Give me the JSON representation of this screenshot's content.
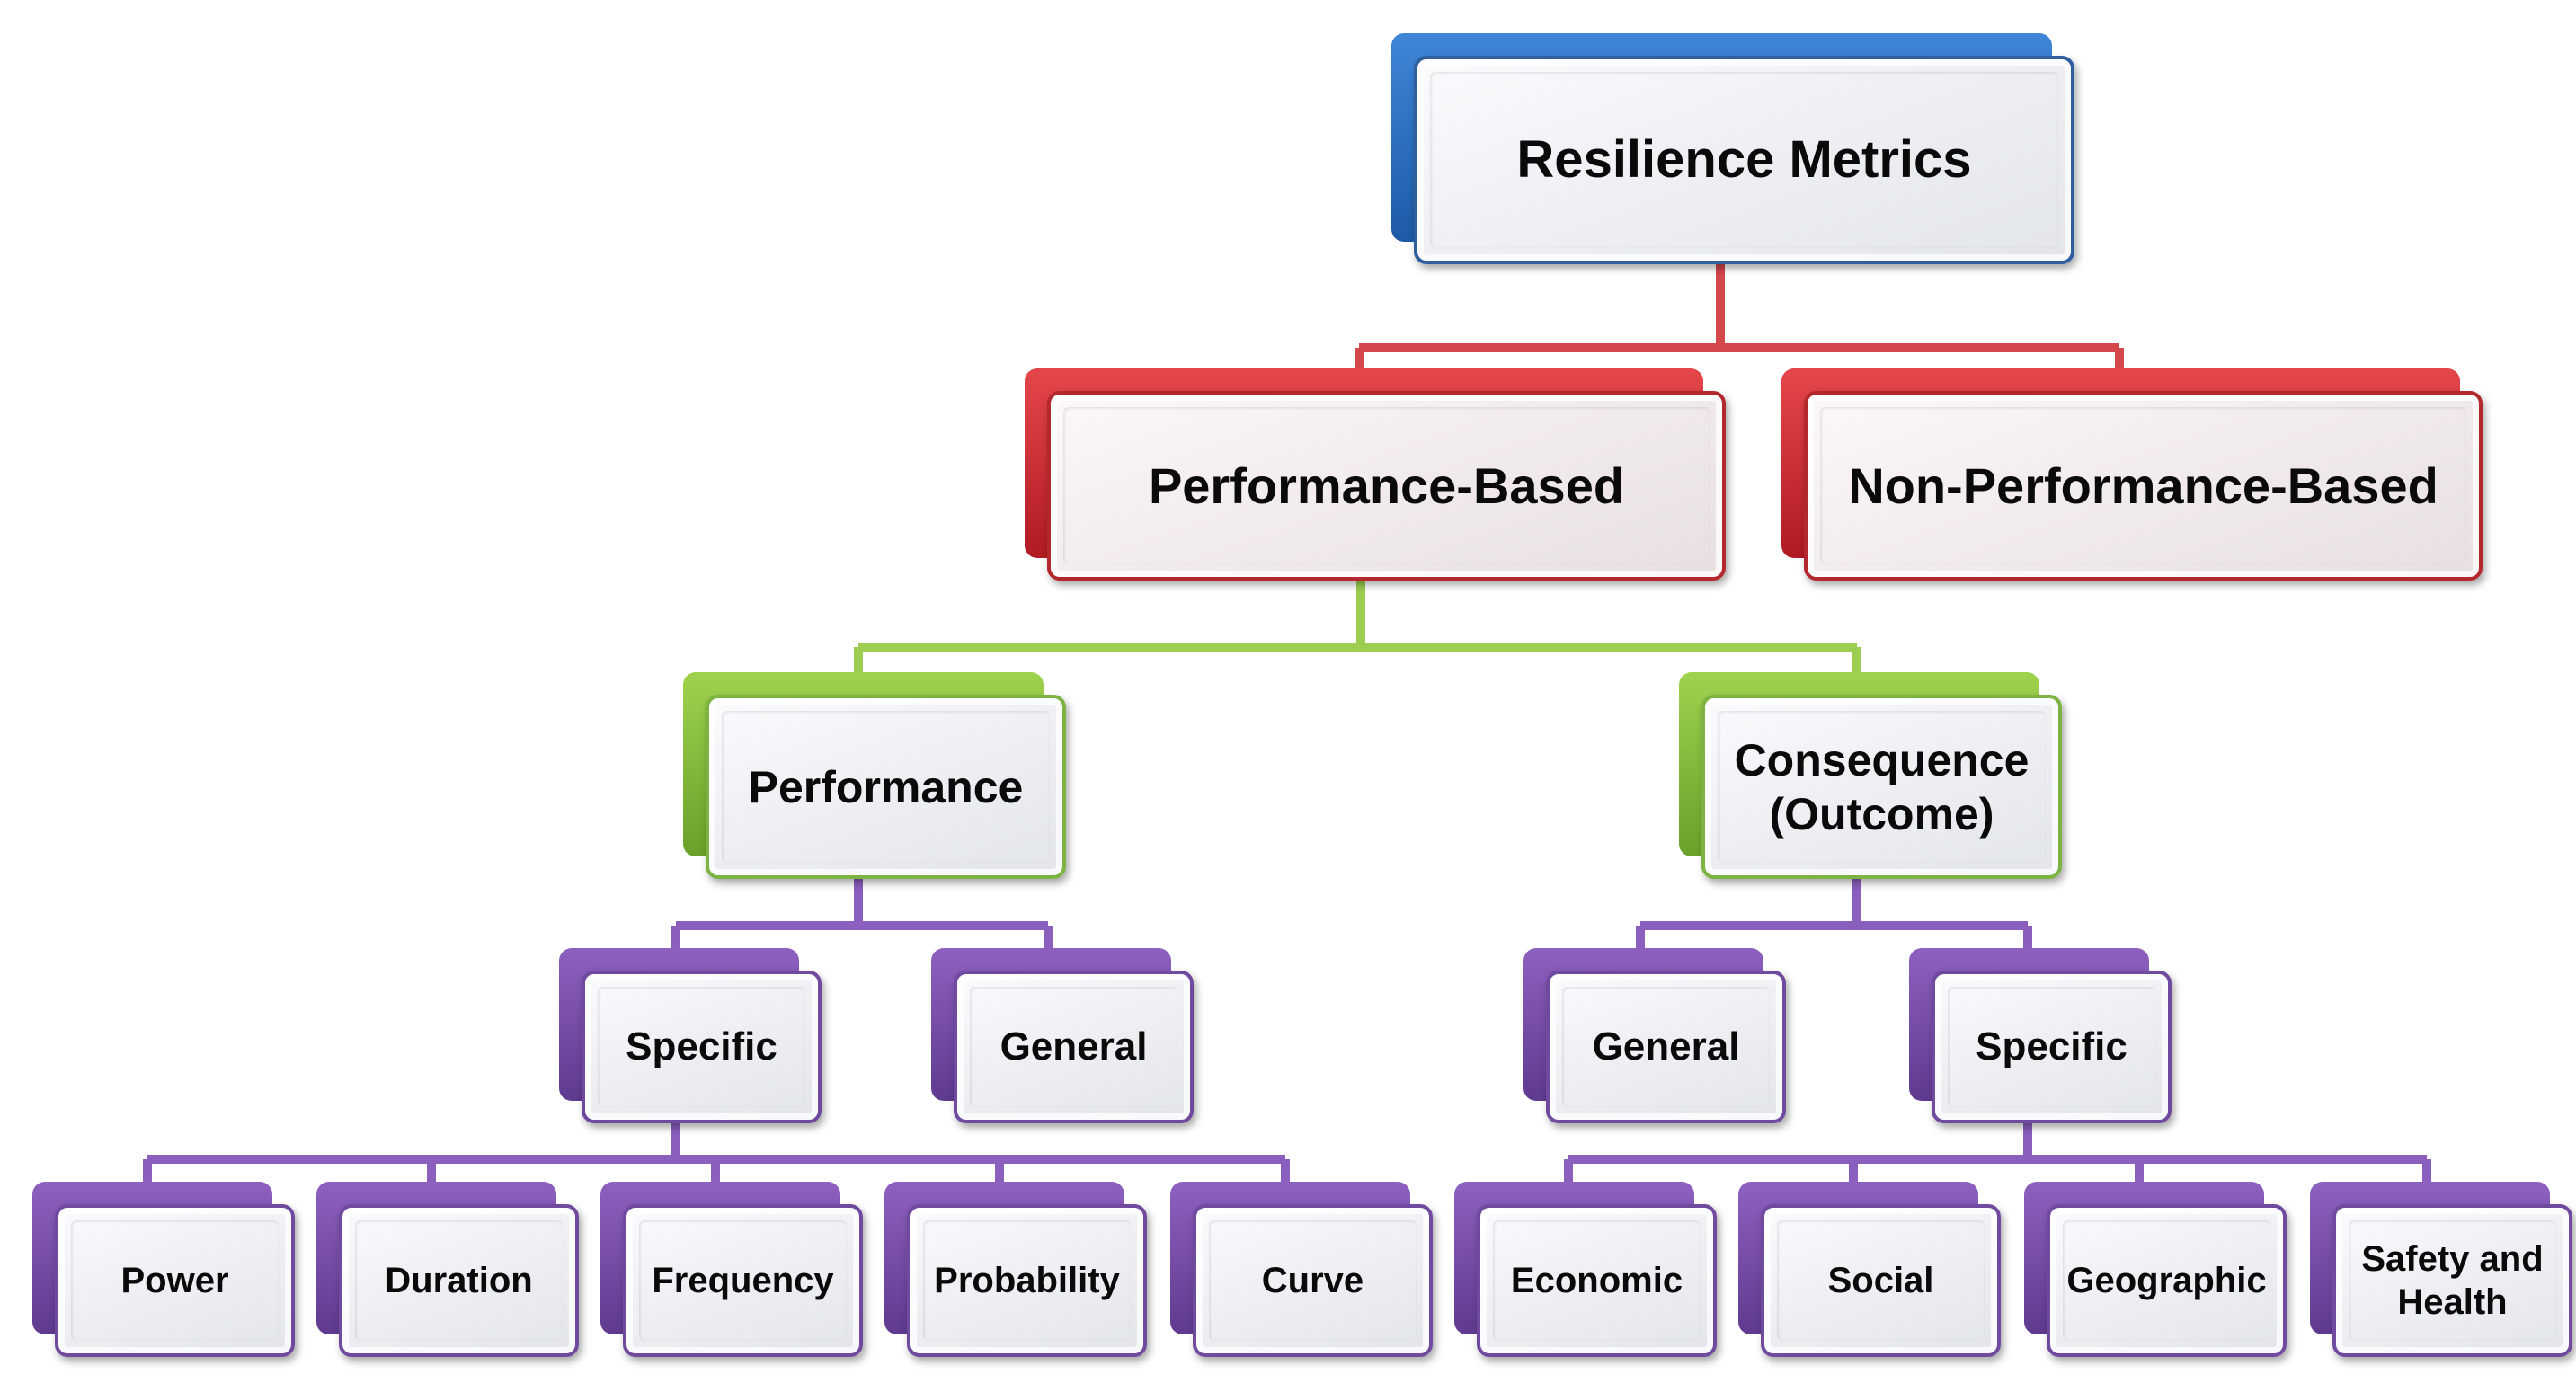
{
  "nodes": {
    "root": "Resilience Metrics",
    "performance_based": "Performance-Based",
    "non_performance_based": "Non-Performance-Based",
    "performance": "Performance",
    "consequence": "Consequence\n(Outcome)",
    "perf_specific": "Specific",
    "perf_general": "General",
    "cons_general": "General",
    "cons_specific": "Specific",
    "power": "Power",
    "duration": "Duration",
    "frequency": "Frequency",
    "probability": "Probability",
    "curve": "Curve",
    "economic": "Economic",
    "social": "Social",
    "geographic": "Geographic",
    "safety_health": "Safety and\nHealth"
  },
  "colors": {
    "level1": "#2a6cc0",
    "level2": "#c8282e",
    "level3": "#8cc43f",
    "level4": "#7a52ad",
    "connector_red": "#d4474b",
    "connector_green": "#9ccc50",
    "connector_purple": "#8a5fbe"
  }
}
